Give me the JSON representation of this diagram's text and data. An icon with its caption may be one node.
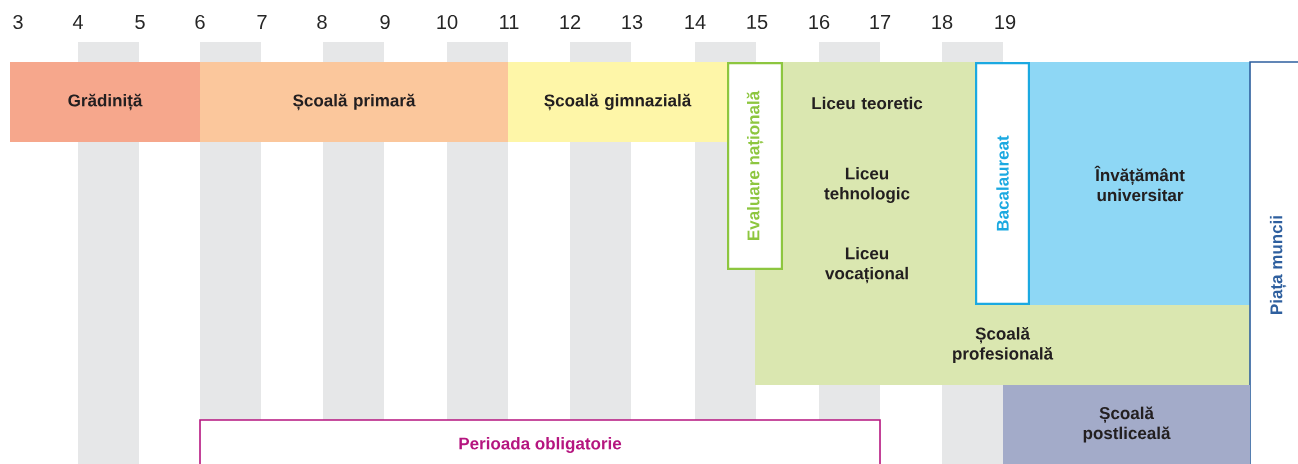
{
  "diagram": {
    "nodes": [
      {
        "text": [
          "Grădiniță"
        ]
      },
      {
        "text": [
          "Școală primară"
        ]
      },
      {
        "text": [
          "Școală gimnazială"
        ]
      },
      {
        "text": [
          "Evaluare națională"
        ]
      },
      {
        "text": [
          "Liceu teoretic",
          "Liceu tehnologic",
          "Liceu vocațional"
        ]
      },
      {
        "text": [
          "Bacalaureat"
        ]
      },
      {
        "text": [
          "Învățământ universitar"
        ]
      },
      {
        "text": [
          "Școală profesională"
        ]
      },
      {
        "text": [
          "Piața muncii"
        ]
      },
      {
        "text": [
          "Școală postliceală"
        ]
      },
      {
        "text": [
          "Perioada obligatorie"
        ]
      }
    ],
    "labels": [
      "3",
      "4",
      "5",
      "6",
      "7",
      "8",
      "9",
      "10",
      "11",
      "12",
      "13",
      "14",
      "15",
      "16",
      "17",
      "18",
      "19"
    ]
  }
}
